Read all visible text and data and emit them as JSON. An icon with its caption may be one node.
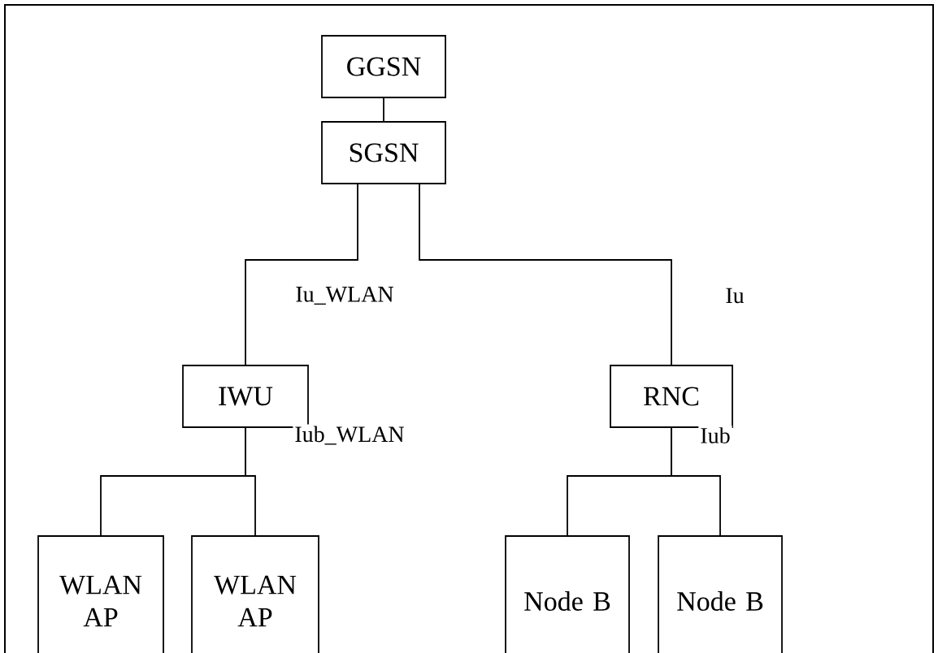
{
  "diagram": {
    "nodes": [
      {
        "text": [
          "GGSN"
        ]
      },
      {
        "text": [
          "SGSN"
        ]
      },
      {
        "text": [
          "IWU"
        ]
      },
      {
        "text": [
          "RNC"
        ]
      },
      {
        "text": [
          "WLAN AP"
        ]
      },
      {
        "text": [
          "WLAN AP"
        ]
      },
      {
        "text": [
          "Node B"
        ]
      },
      {
        "text": [
          "Node B"
        ]
      }
    ],
    "edges": [
      {
        "from": 0,
        "to": 1,
        "arrow": "none"
      },
      {
        "from": 1,
        "to": 2,
        "arrow": "none",
        "label": "Iu_WLAN"
      },
      {
        "from": 1,
        "to": 3,
        "arrow": "none",
        "label": "Iu"
      },
      {
        "from": 2,
        "to": 4,
        "arrow": "none",
        "label": "Iub_WLAN"
      },
      {
        "from": 2,
        "to": 5,
        "arrow": "none"
      },
      {
        "from": 3,
        "to": 6,
        "arrow": "none",
        "label": "Iub"
      },
      {
        "from": 3,
        "to": 7,
        "arrow": "none"
      }
    ]
  }
}
